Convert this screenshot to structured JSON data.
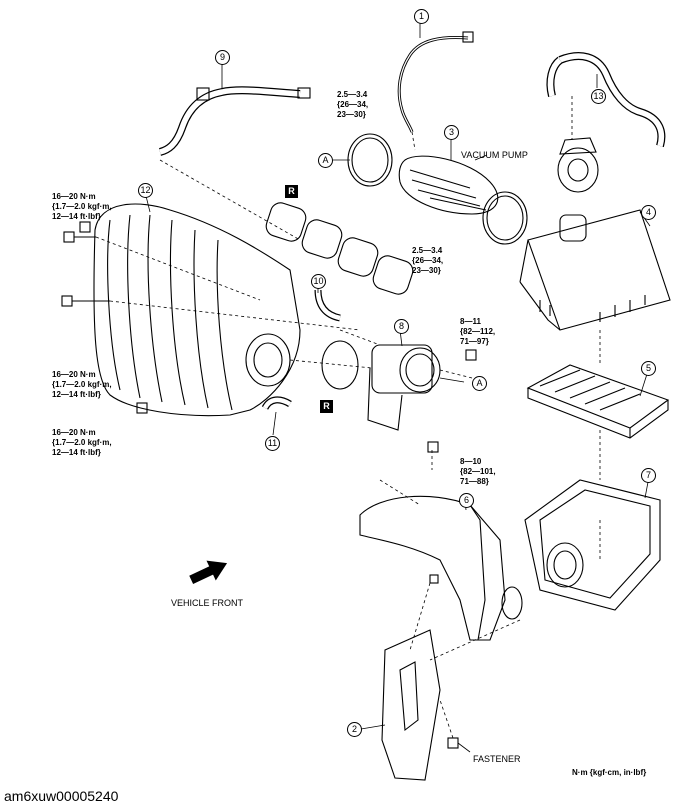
{
  "callouts": [
    "1",
    "2",
    "3",
    "4",
    "5",
    "6",
    "7",
    "8",
    "9",
    "10",
    "11",
    "12",
    "13"
  ],
  "ref_a": "A",
  "ref_r": "R",
  "labels": {
    "vacuum_pump": "VACUUM PUMP",
    "vehicle_front": "VEHICLE FRONT",
    "fastener": "FASTENER",
    "unit": "N·m {kgf·cm, in·lbf}",
    "caption": "am6xuw00005240"
  },
  "torques": {
    "clamp_upper": [
      "2.5—3.4",
      "{26—34,",
      "23—30}"
    ],
    "clamp_lower": [
      "2.5—3.4",
      "{26—34,",
      "23—30}"
    ],
    "manifold_upper": [
      "16—20 N·m",
      "{1.7—2.0 kgf·m,",
      "12—14 ft·lbf}"
    ],
    "manifold_middle": [
      "16—20 N·m",
      "{1.7—2.0 kgf·m,",
      "12—14 ft·lbf}"
    ],
    "manifold_lower": [
      "16—20 N·m",
      "{1.7—2.0 kgf·m,",
      "12—14 ft·lbf}"
    ],
    "throttle_body": [
      "8—11",
      "{82—112,",
      "71—97}"
    ],
    "bracket": [
      "8—10",
      "{82—101,",
      "71—88}"
    ]
  }
}
